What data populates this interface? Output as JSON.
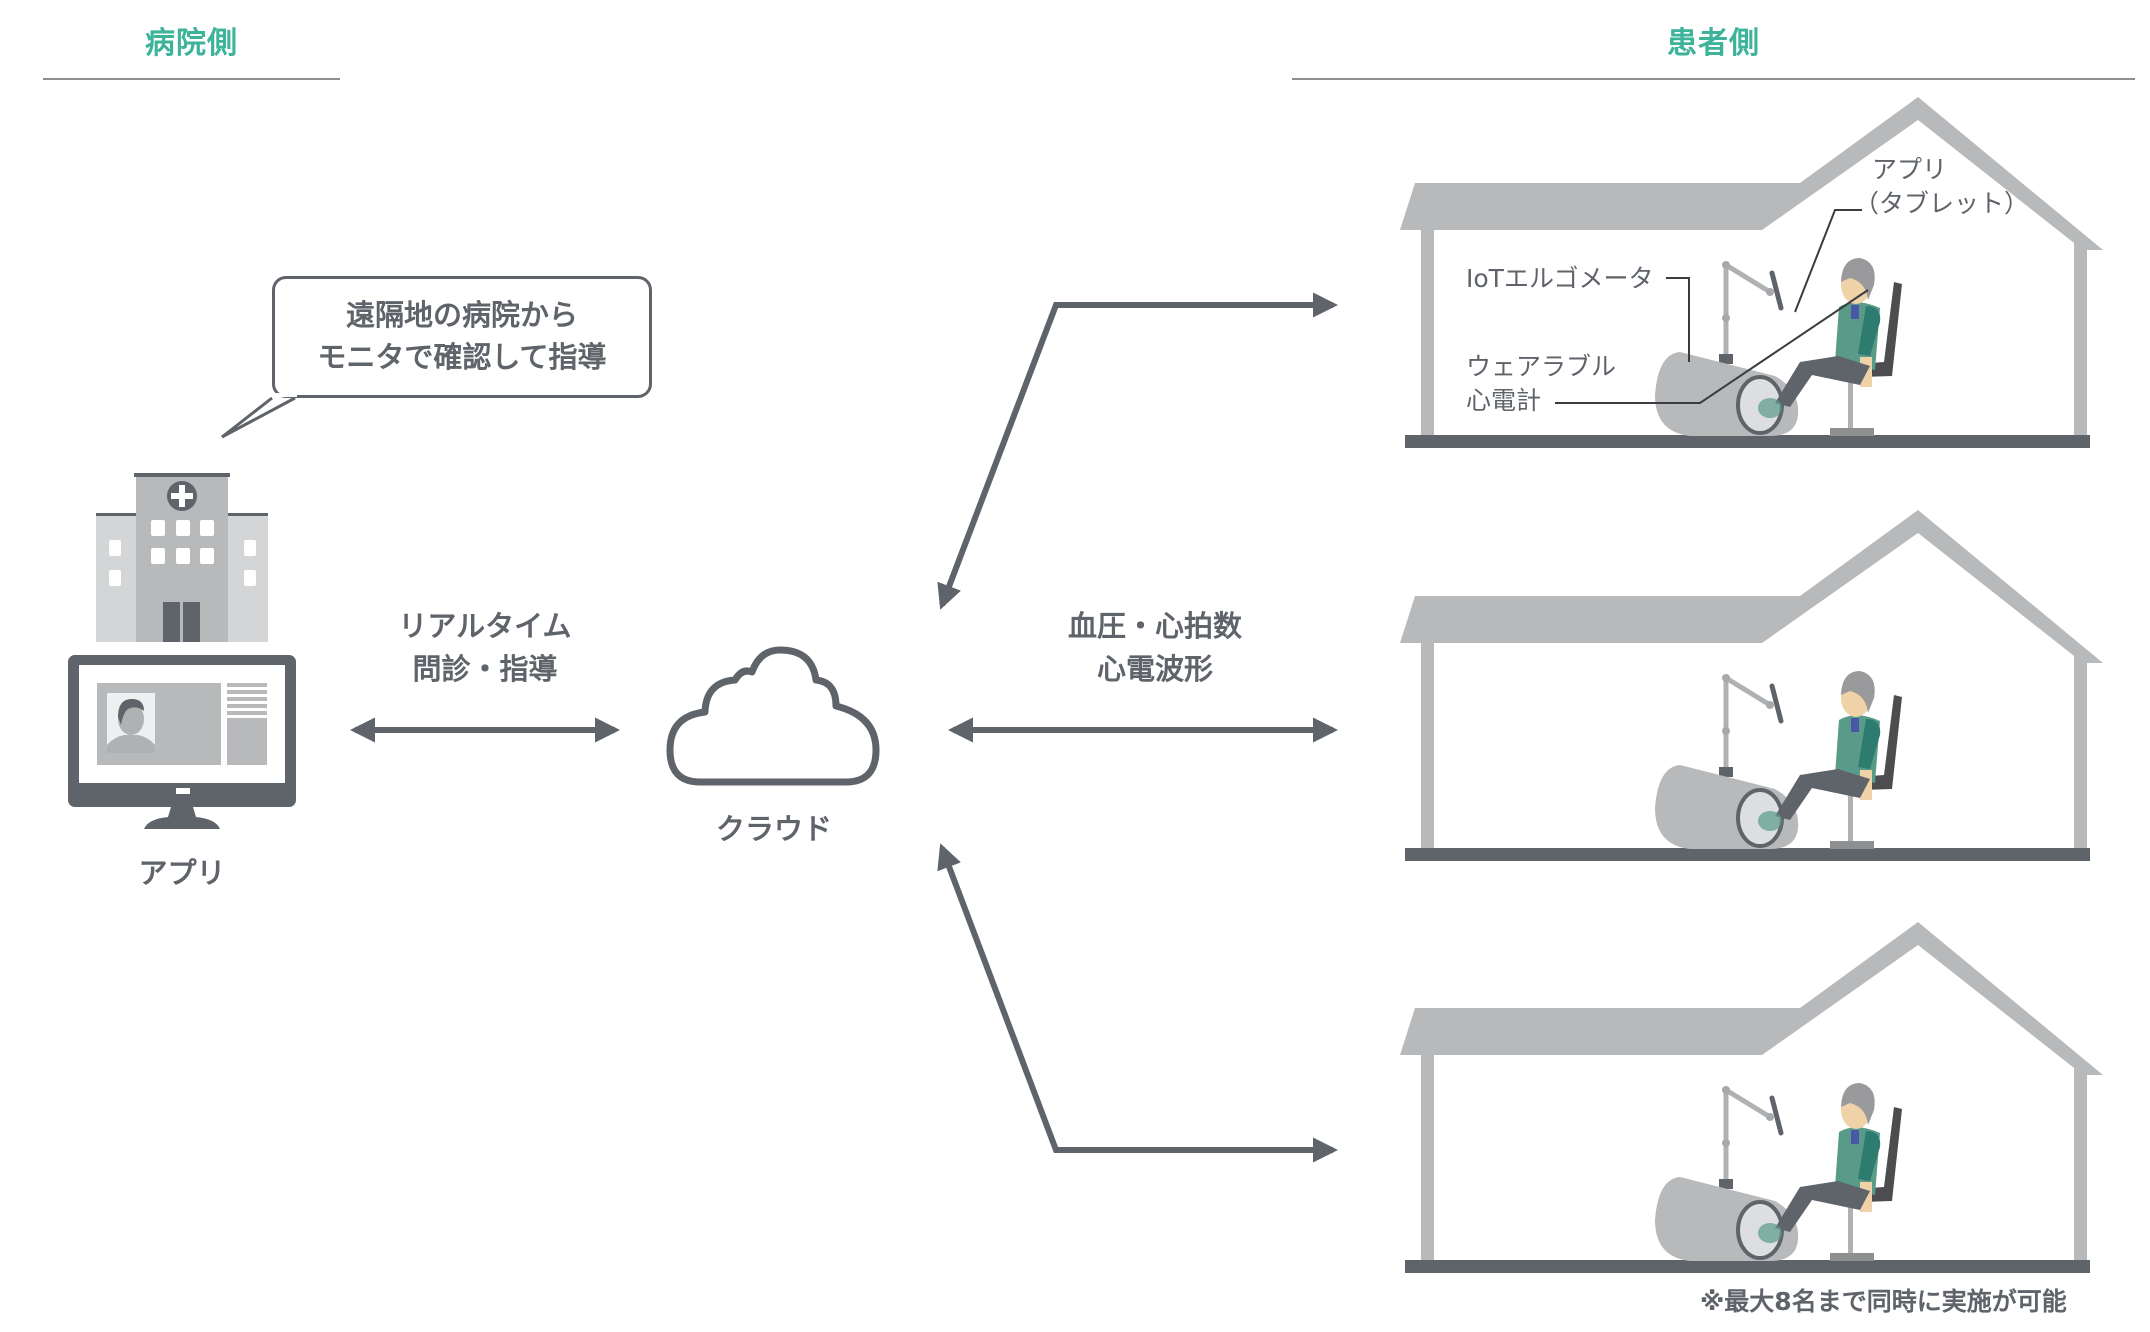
{
  "colors": {
    "accent": "#3db39a",
    "ink": "#5f636a",
    "house": "#b8b9ba",
    "floor": "#5f636a",
    "shirt": "#5a9a88",
    "shirt_dark": "#2e7b6f",
    "skin": "#f0d2a8",
    "hair": "#9a9a9c",
    "badge": "#4a56a6"
  },
  "hospital_side": {
    "title": "病院側",
    "speech_bubble": [
      "遠隔地の病院から",
      "モニタで確認して指導"
    ],
    "hospital_icon": "hospital-icon",
    "monitor_icon": "monitor-icon",
    "app_label": "アプリ"
  },
  "links": {
    "hospital_cloud": [
      "リアルタイム",
      "問診・指導"
    ],
    "cloud_patients": [
      "血圧・心拍数",
      "心電波形"
    ]
  },
  "cloud": {
    "icon": "cloud-icon",
    "label": "クラウド"
  },
  "patient_side": {
    "title": "患者側",
    "homes": [
      {
        "annotations": {
          "tablet": [
            "アプリ",
            "（タブレット）"
          ],
          "ergometer": "IoTエルゴメータ",
          "ecg": [
            "ウェアラブル",
            "心電計"
          ]
        }
      },
      {},
      {}
    ]
  },
  "footnote": "※最大8名まで同時に実施が可能"
}
